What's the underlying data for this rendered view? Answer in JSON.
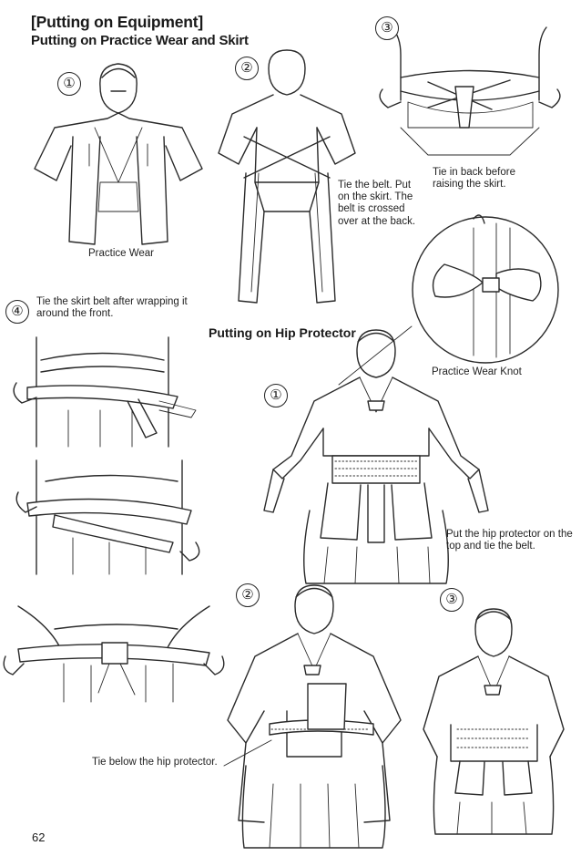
{
  "header": {
    "title": "[Putting on Equipment]",
    "subtitle": "Putting on Practice Wear and Skirt"
  },
  "practice_section": {
    "steps": [
      {
        "number": "①",
        "caption": "Practice Wear"
      },
      {
        "number": "②",
        "caption": "Tie the belt. Put on the skirt. The belt is crossed over at the back."
      },
      {
        "number": "③",
        "caption": "Tie in back before raising the skirt."
      },
      {
        "number": "④",
        "caption": "Tie the skirt belt after wrapping it around the front."
      }
    ],
    "knot_caption": "Practice Wear Knot",
    "below_caption": "Tie below the hip protector."
  },
  "hip_section": {
    "title": "Putting on Hip Protector",
    "steps": [
      {
        "number": "①",
        "caption": "Put the hip protector on the top and tie the belt."
      },
      {
        "number": "②"
      },
      {
        "number": "③"
      }
    ]
  },
  "footer": {
    "page_number": "62"
  }
}
